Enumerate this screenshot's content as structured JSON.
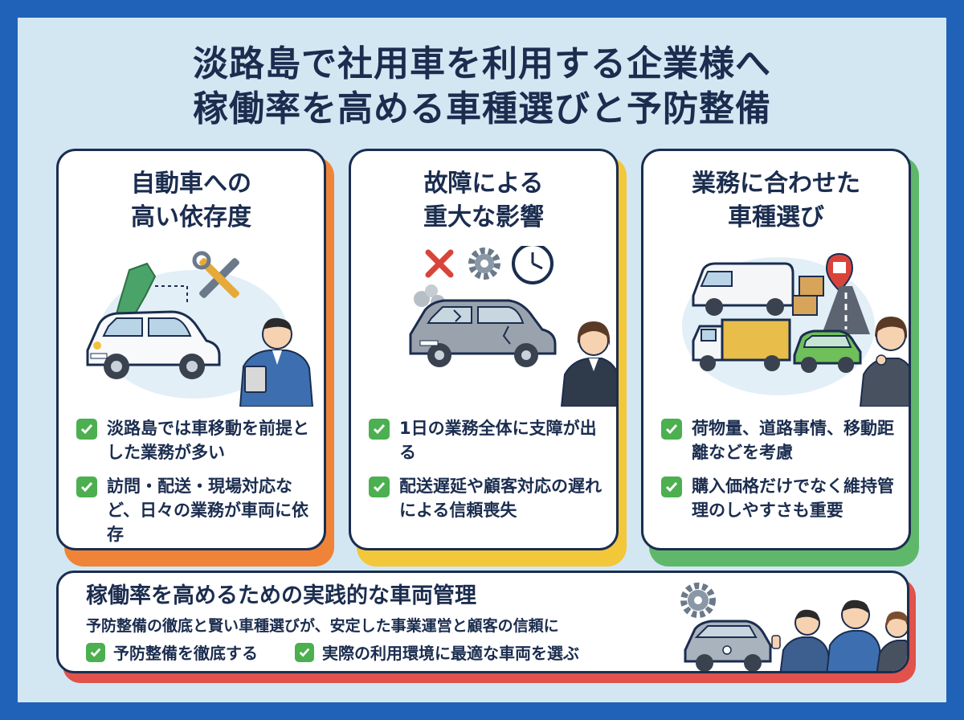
{
  "title": {
    "line1": "淡路島で社用車を利用する企業様へ",
    "line2": "稼働率を高める車種選びと予防整備"
  },
  "cards": [
    {
      "title_lines": [
        "自動車への",
        "高い依存度"
      ],
      "accent": "#ef8438",
      "icons": [
        "awaji-island-map-icon",
        "wrench-screwdriver-icon",
        "white-car-icon",
        "staff-man-with-clipboard-icon"
      ],
      "bullets": [
        "淡路島では車移動を前提とした業務が多い",
        "訪問・配送・現場対応など、日々の業務が車両に依存"
      ]
    },
    {
      "title_lines": [
        "故障による",
        "重大な影響"
      ],
      "accent": "#f2c73a",
      "icons": [
        "red-x-icon",
        "gear-icon",
        "clock-icon",
        "broken-car-icon",
        "worried-woman-icon"
      ],
      "bullets": [
        "1日の業務全体に支障が出る",
        "配送遅延や顧客対応の遅れによる信頼喪失"
      ]
    },
    {
      "title_lines": [
        "業務に合わせた",
        "車種選び"
      ],
      "accent": "#5fb86a",
      "icons": [
        "van-icon",
        "truck-icon",
        "green-compact-car-icon",
        "boxes-icon",
        "road-sign-icon",
        "thinking-woman-icon"
      ],
      "bullets": [
        "荷物量、道路事情、移動距離などを考慮",
        "購入価格だけでなく維持管理のしやすさも重要"
      ]
    }
  ],
  "bottom": {
    "title": "稼働率を高めるための実践的な車両管理",
    "subtitle": "予防整備の徹底と賢い車種選びが、安定した事業運営と顧客の信頼に",
    "items": [
      "予防整備を徹底する",
      "実際の利用環境に最適な車両を選ぶ"
    ],
    "accent": "#e0524a",
    "icons": [
      "gear-icon",
      "car-icon",
      "staff-team-thumbs-up-icon"
    ]
  },
  "colors": {
    "border": "#1f62b8",
    "background": "#d3e7f3",
    "navy": "#1b2d4f",
    "check": "#4caf50"
  }
}
